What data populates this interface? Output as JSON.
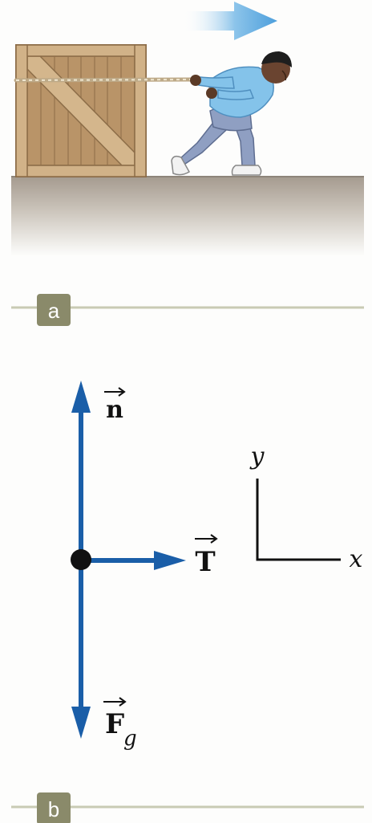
{
  "panels": {
    "a": {
      "tag": "a"
    },
    "b": {
      "tag": "b"
    }
  },
  "forces": {
    "normal": {
      "symbol": "n"
    },
    "tension": {
      "symbol": "T"
    },
    "gravity": {
      "symbol": "F",
      "subscript": "g"
    }
  },
  "axes": {
    "x": "x",
    "y": "y"
  },
  "colors": {
    "force_arrow": "#1a5ea8",
    "panel_line": "#c9cbb4",
    "tag_fill": "#8a8a6a",
    "crate_wood": "#c8a77e",
    "floor": "#b0a79c",
    "motion_arrow": "#6fb4e4",
    "shirt": "#84c3ea",
    "pants": "#8f9fc2",
    "rope": "#d7c9a8"
  }
}
